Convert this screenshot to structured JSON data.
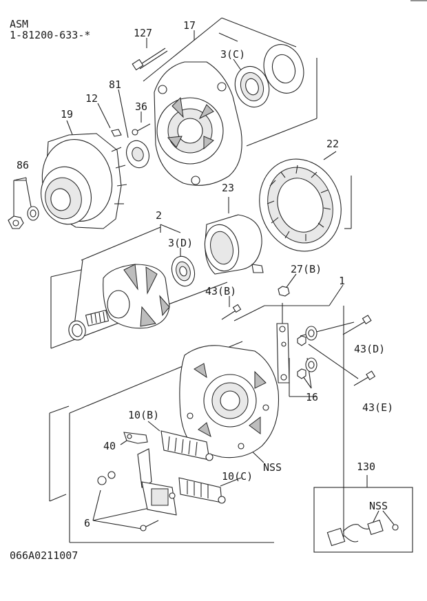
{
  "header": {
    "asm_label": "ASM",
    "asm_number": "1-81200-633-*"
  },
  "footer": {
    "figure_id": "066A0211007"
  },
  "callouts": {
    "c127": "127",
    "c17": "17",
    "c3c": "3(C)",
    "c81": "81",
    "c36": "36",
    "c12": "12",
    "c19": "19",
    "c86": "86",
    "c22": "22",
    "c23": "23",
    "c2": "2",
    "c3d": "3(D)",
    "c27b": "27(B)",
    "c1": "1",
    "c43b": "43(B)",
    "c43d": "43(D)",
    "c16": "16",
    "c43e": "43(E)",
    "c10b": "10(B)",
    "c40": "40",
    "nss1": "NSS",
    "c10c": "10(C)",
    "c6": "6",
    "c130": "130",
    "nss2": "NSS"
  }
}
